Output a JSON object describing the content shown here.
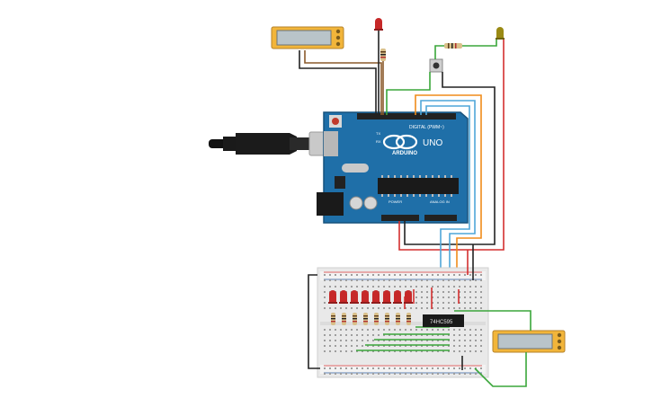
{
  "arduino": {
    "brand": "ARDUINO",
    "model": "UNO",
    "digital_label": "DIGITAL (PWM~)",
    "power_label": "POWER",
    "analog_label": "ANALOG IN",
    "tx_label": "TX",
    "rx_label": "RX"
  },
  "shift_register": {
    "label": "74HC595"
  },
  "lcd_top": {
    "text": ""
  },
  "lcd_bottom": {
    "text": ""
  },
  "colors": {
    "board": "#1f6fa8",
    "wire_red": "#d32f2f",
    "wire_black": "#222222",
    "wire_green": "#3aa63a",
    "wire_orange": "#f08c1a",
    "wire_blue": "#4fa6d8",
    "wire_brown": "#8a5a2b",
    "led_red": "#c62828",
    "led_yellow": "#9a8a14",
    "lcd_frame": "#f2b53a",
    "lcd_screen": "#b9c4c9"
  },
  "components": {
    "breadboard_leds": 8,
    "breadboard_resistors": 8
  }
}
